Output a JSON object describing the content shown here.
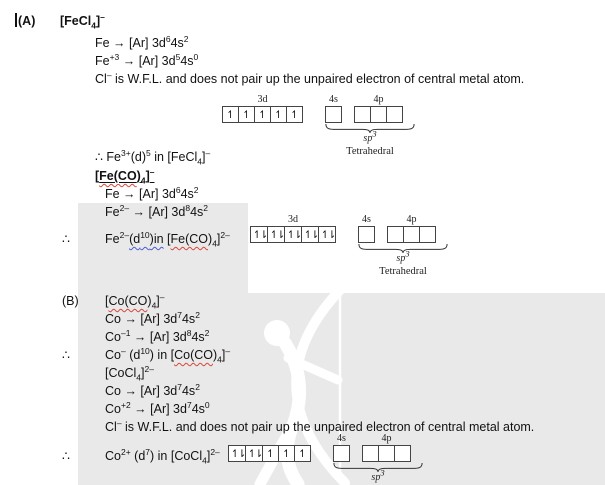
{
  "page": {
    "bg": "#ffffff",
    "panel": "#e9e9e9"
  },
  "section_a": {
    "marker": "(A)",
    "title": "[FeCl_{4}]^{–}",
    "config1": "Fe → [Ar] 3d^{6}4s^{2}",
    "config2": "Fe^{+3} → [Ar] 3d^{5}4s^{0}",
    "note": "Cl^{–} is W.F.L. and does not pair up the unpaired electron of central metal atom.",
    "conclusion1": "∴  Fe^{3+}(d)^{5} in [FeCl_{4}]^{–}",
    "subtitle": "[~{Fe(CO})_{4}]^{–}",
    "config3": "Fe → [Ar] 3d^{6}4s^{2}",
    "config4": "Fe^{2–} → [Ar] 3d^{8}4s^{2}",
    "therefore": "∴",
    "conclusion2": "Fe^{2–}%{(d^{10})in} [~{Fe(CO})_{4}]^{2–}"
  },
  "section_b": {
    "marker": "(B)",
    "title": "[~{Co(CO})_{4}]^{–}",
    "config1": "Co → [Ar] 3d^{7}4s^{2}",
    "config2": "Co^{–1} → [Ar] 3d^{8}4s^{2}",
    "therefore1": "∴",
    "conclusion1": "Co^{–} (d^{10}) in [~{Co(CO})_{4}]^{–}",
    "subtitle": "[CoCl_{4}]^{2–}",
    "config3": "Co → [Ar] 3d^{7}4s^{2}",
    "config4": "Co^{+2} → [Ar] 3d^{7}4s^{0}",
    "note": "Cl^{–} is W.F.L. and does not pair up the unpaired electron of central metal atom.",
    "therefore2": "∴",
    "conclusion2": "Co^{2+} (d^{7}) in [CoCl_{4}]^{2–}"
  },
  "diagrams": [
    {
      "groups": [
        {
          "label": "3d",
          "cells": [
            "↿",
            "↿",
            "↿",
            "↿",
            "↿"
          ]
        },
        {
          "label": "4s",
          "cells": [
            ""
          ]
        },
        {
          "label": "4p",
          "cells": [
            "",
            "",
            ""
          ]
        }
      ],
      "hybridization": "sp^{3}",
      "geometry": "Tetrahedral"
    },
    {
      "groups": [
        {
          "label": "3d",
          "cells": [
            "↿⇂",
            "↿⇂",
            "↿⇂",
            "↿⇂",
            "↿⇂"
          ]
        },
        {
          "label": "4s",
          "cells": [
            ""
          ]
        },
        {
          "label": "4p",
          "cells": [
            "",
            "",
            ""
          ]
        }
      ],
      "hybridization": "sp^{3}",
      "geometry": "Tetrahedral"
    },
    {
      "groups": [
        {
          "label": "",
          "cells": [
            "↿⇂",
            "↿⇂",
            "↿",
            "↿",
            "↿"
          ]
        },
        {
          "label": "4s",
          "cells": [
            ""
          ]
        },
        {
          "label": "4p",
          "cells": [
            "",
            "",
            ""
          ]
        }
      ],
      "hybridization": "sp^{3}",
      "geometry": ""
    }
  ]
}
